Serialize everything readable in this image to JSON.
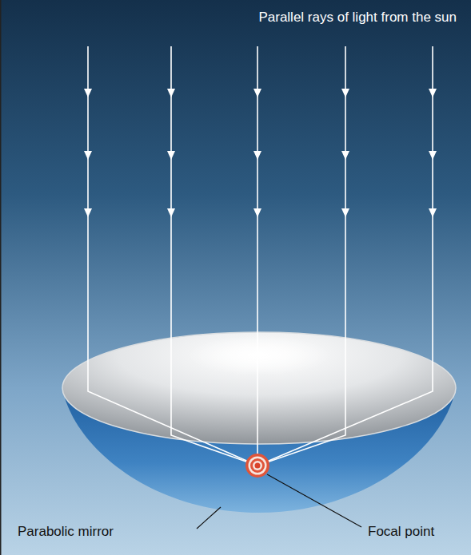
{
  "diagram": {
    "labels": [
      "Parallel rays of light from the sun",
      "Parabolic mirror",
      "Focal point"
    ]
  }
}
